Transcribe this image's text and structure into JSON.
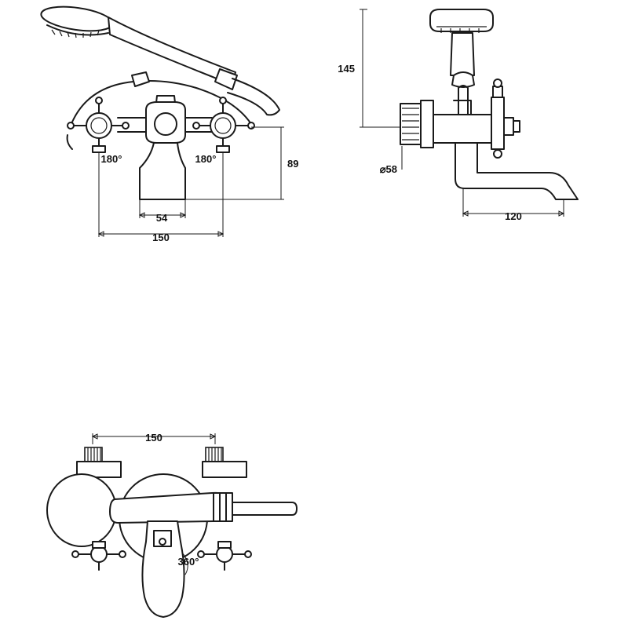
{
  "front_view": {
    "angle_left": "180°",
    "angle_right": "180°",
    "dim_spout_width": "54",
    "dim_inlet_spacing": "150",
    "dim_height": "89"
  },
  "side_view": {
    "dim_shower_height": "145",
    "dim_flange_diameter": "⌀58",
    "dim_spout_reach": "120"
  },
  "top_view": {
    "dim_inlet_spacing": "150",
    "spout_rotation": "360°"
  }
}
